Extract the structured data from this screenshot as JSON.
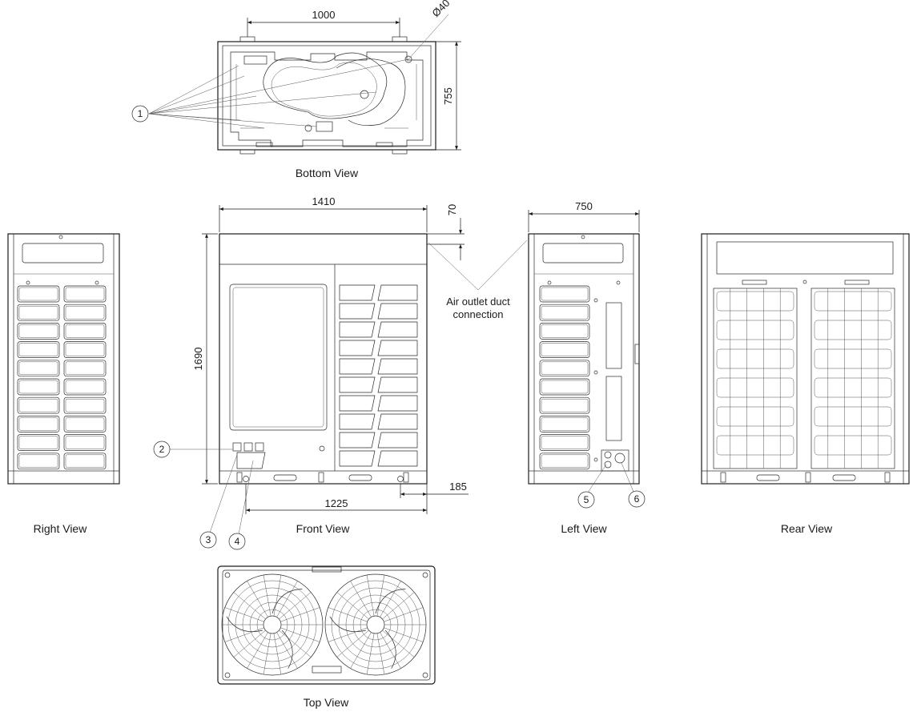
{
  "views": {
    "bottom": "Bottom View",
    "right": "Right View",
    "front": "Front View",
    "left": "Left View",
    "rear": "Rear View",
    "top": "Top View"
  },
  "dimensions": {
    "bottom_width": "1000",
    "bottom_depth": "755",
    "hole_diameter": "Ø40",
    "front_width": "1410",
    "front_height": "1690",
    "outlet_offset": "70",
    "base_width": "1225",
    "base_offset": "185",
    "left_depth": "750"
  },
  "annotations": {
    "air_outlet_line1": "Air outlet duct",
    "air_outlet_line2": "connection"
  },
  "callouts": [
    "1",
    "2",
    "3",
    "4",
    "5",
    "6"
  ]
}
